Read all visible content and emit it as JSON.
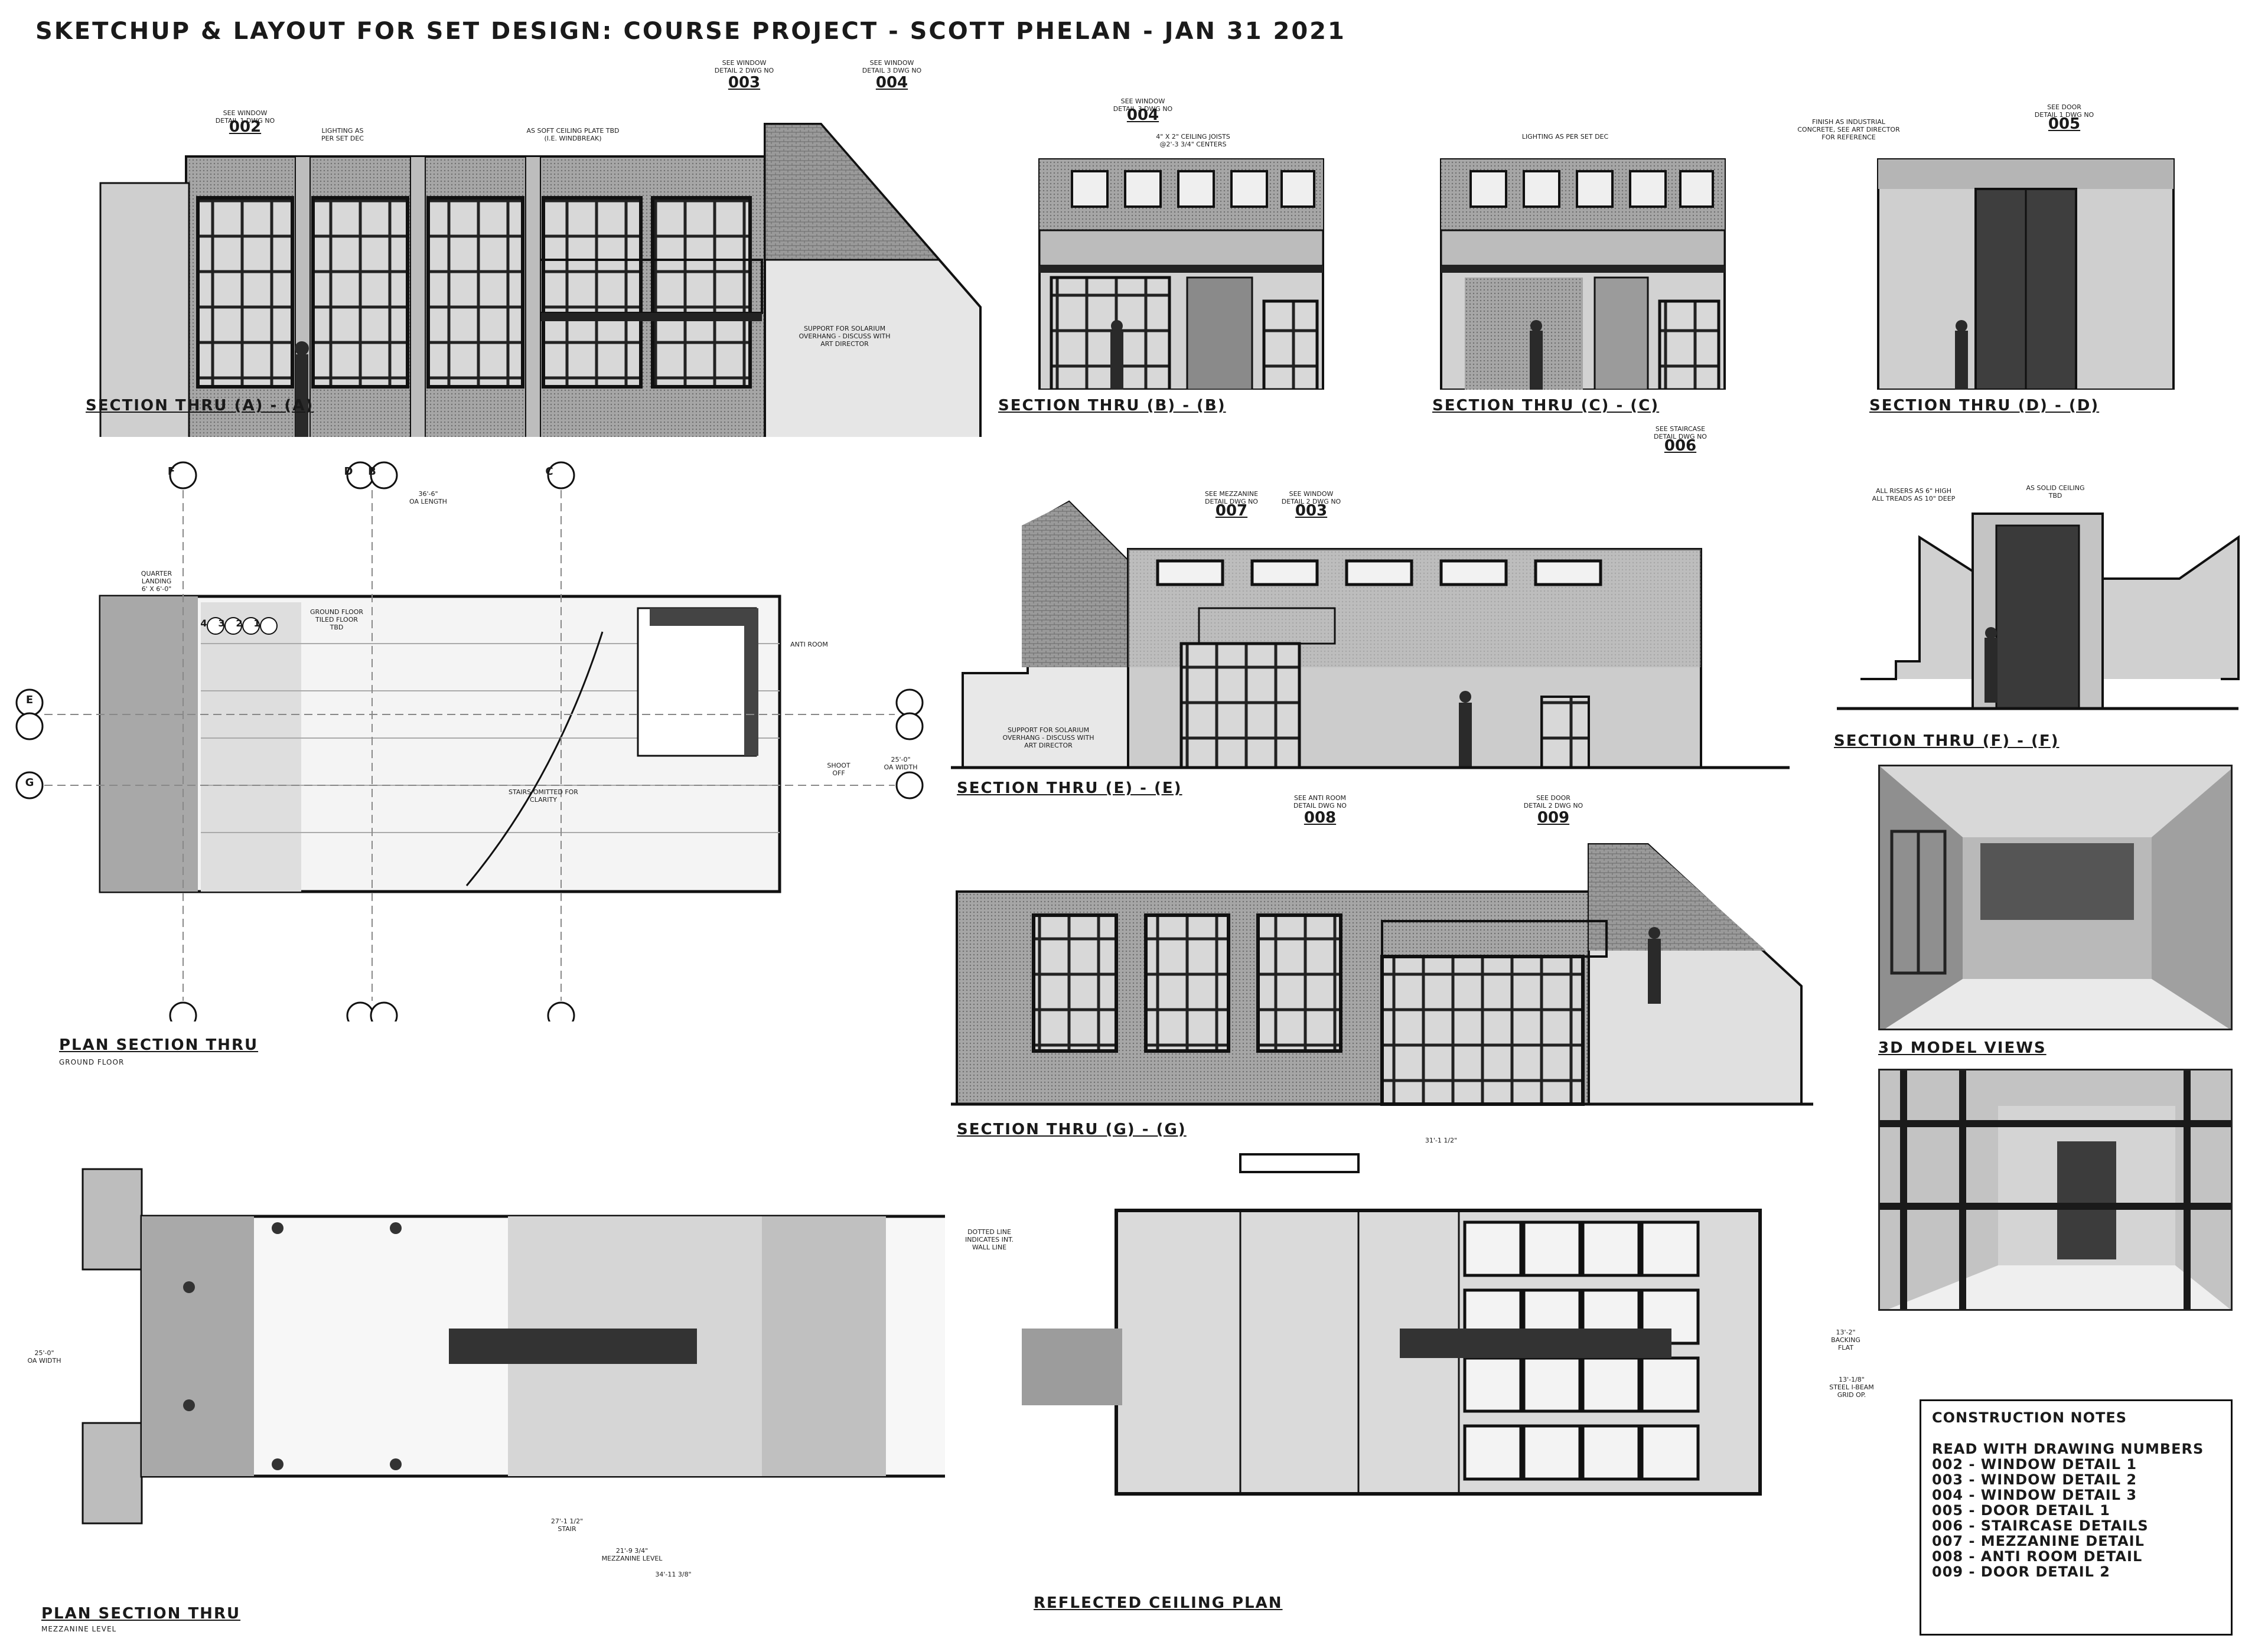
{
  "sheet": {
    "title": "SKETCHUP & LAYOUT FOR SET DESIGN: COURSE PROJECT - SCOTT PHELAN - JAN 31 2021"
  },
  "views": {
    "section_aa": "SECTION THRU (A) - (A)",
    "section_bb": "SECTION THRU (B) - (B)",
    "section_cc": "SECTION THRU (C) - (C)",
    "section_dd": "SECTION THRU (D) - (D)",
    "plan_ground": "PLAN SECTION THRU",
    "plan_ground_sub": "GROUND FLOOR",
    "section_ee": "SECTION THRU (E) - (E)",
    "section_ff": "SECTION THRU (F) - (F)",
    "section_gg": "SECTION THRU (G) - (G)",
    "model_views": "3D MODEL VIEWS",
    "plan_mezz": "PLAN SECTION THRU",
    "plan_mezz_sub": "MEZZANINE LEVEL",
    "rcp": "REFLECTED CEILING PLAN"
  },
  "detail_tags": [
    {
      "id": "t002",
      "text": "SEE WINDOW\nDETAIL 1 DWG NO",
      "num": "002"
    },
    {
      "id": "t003a",
      "text": "SEE WINDOW\nDETAIL 2 DWG NO",
      "num": "003"
    },
    {
      "id": "t004a",
      "text": "SEE WINDOW\nDETAIL 3 DWG NO",
      "num": "004"
    },
    {
      "id": "t004b",
      "text": "SEE WINDOW\nDETAIL 3 DWG NO",
      "num": "004"
    },
    {
      "id": "t005",
      "text": "SEE DOOR\nDETAIL 1 DWG NO",
      "num": "005"
    },
    {
      "id": "t006",
      "text": "SEE STAIRCASE\nDETAIL DWG NO",
      "num": "006"
    },
    {
      "id": "t007",
      "text": "SEE MEZZANINE\nDETAIL DWG NO",
      "num": "007"
    },
    {
      "id": "t003b",
      "text": "SEE WINDOW\nDETAIL 2 DWG NO",
      "num": "003"
    },
    {
      "id": "t008",
      "text": "SEE ANTI ROOM\nDETAIL DWG NO",
      "num": "008"
    },
    {
      "id": "t009",
      "text": "SEE DOOR\nDETAIL 2 DWG NO",
      "num": "009"
    }
  ],
  "annotations": {
    "lighting_aa": "LIGHTING AS\nPER SET DEC",
    "soft_ceiling": "AS SOFT CEILING PLATE TBD\n(I.E. WINDBREAK)",
    "solarium_support_aa": "SUPPORT FOR SOLARIUM\nOVERHANG - DISCUSS WITH\nART DIRECTOR",
    "joists_bb": "4\" X 2\" CEILING JOISTS\n@2'-3 3/4\" CENTERS",
    "lighting_cc": "LIGHTING AS PER SET DEC",
    "concrete_dd": "FINISH AS INDUSTRIAL\nCONCRETE, SEE ART DIRECTOR\nFOR REFERENCE",
    "risers_ff": "ALL RISERS AS 6\" HIGH\nALL TREADS AS 10\" DEEP",
    "solid_ceiling_ff": "AS SOLID CEILING\nTBD",
    "solarium_support_ee": "SUPPORT FOR SOLARIUM\nOVERHANG - DISCUSS WITH\nART DIRECTOR",
    "stairs_omitted": "STAIRS OMITTED FOR\nCLARITY",
    "ground_floor": "GROUND FLOOR\nTILED FLOOR\nTBD",
    "quarter_landing": "QUARTER\nLANDING\n6' X 6'-0\"",
    "anti_room": "ANTI ROOM",
    "shoot_off": "SHOOT\nOFF",
    "dotted_line": "DOTTED LINE\nINDICATES INT.\nWALL LINE",
    "dim_overall": "36'-6\"\nOA LENGTH",
    "dim_width": "25'-0\"\nOA WIDTH",
    "dim_rcp": "31'-1 1/2\"",
    "dim_steel": "13'-1/8\"\nSTEEL I-BEAM\nGRID OP.",
    "dim_backing": "13'-2\"\nBACKING\nFLAT",
    "dim_mezz_len": "34'-11 3/8\"",
    "dim_mezz_level": "21'-9 3/4\"\nMEZZANINE LEVEL",
    "dim_stair": "27'-1 1/2\"\nSTAIR"
  },
  "stair_numbers": [
    "4",
    "3",
    "2",
    "1"
  ],
  "grid_markers": [
    "F",
    "D",
    "B",
    "C",
    "E",
    "G"
  ],
  "construction_notes": {
    "title": "CONSTRUCTION NOTES",
    "lines": [
      "READ WITH DRAWING NUMBERS",
      "002 - WINDOW DETAIL 1",
      "003 - WINDOW DETAIL 2",
      "004 - WINDOW DETAIL 3",
      "005 - DOOR DETAIL 1",
      "006 - STAIRCASE DETAILS",
      "007 - MEZZANINE DETAIL",
      "008 - ANTI ROOM DETAIL",
      "009 - DOOR DETAIL 2"
    ]
  },
  "colors": {
    "ink": "#1a1a1a",
    "concrete": "#c9c9c9",
    "brick": "#8f8f8f",
    "dark": "#3a3a3a",
    "paper": "#ffffff"
  }
}
